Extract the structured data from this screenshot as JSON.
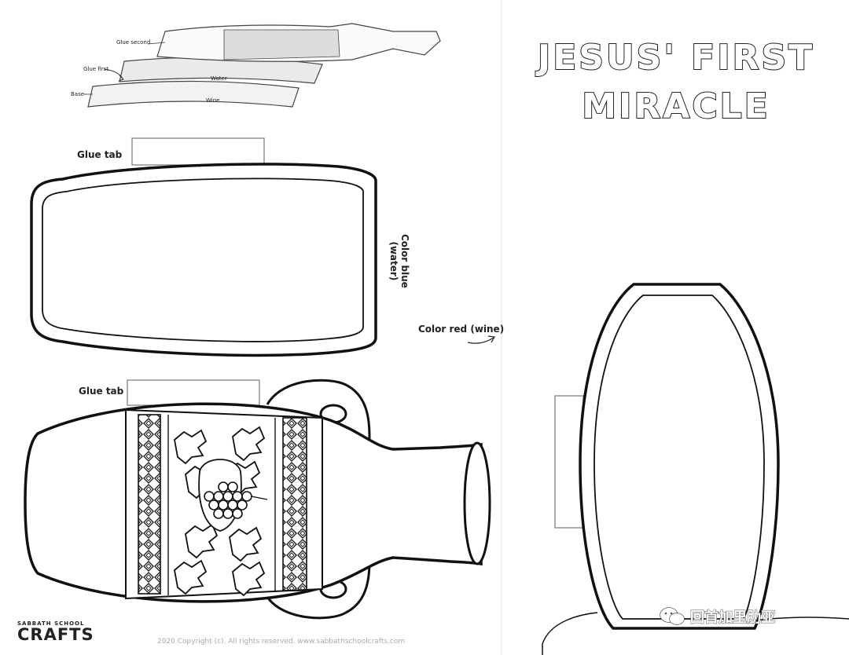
{
  "title": {
    "line1": "JESUS' FIRST",
    "line2": "MIRACLE"
  },
  "diagram": {
    "glue_second": "Glue second",
    "glue_first": "Glue first",
    "base": "Base",
    "water": "Water",
    "wine": "Wine"
  },
  "labels": {
    "glue_tab_1": "Glue tab",
    "glue_tab_2": "Glue tab",
    "color_blue_line1": "Color blue",
    "color_blue_line2": "(water)",
    "color_red": "Color red (wine)"
  },
  "brand": {
    "line1": "SABBATH SCHOOL",
    "line2": "CRAFTS"
  },
  "copyright": "2020 Copyright (c). All rights reserved. www.sabbathschoolcrafts.com",
  "watermark": {
    "text": "回首加里肋亚",
    "icon": "wechat-icon"
  }
}
